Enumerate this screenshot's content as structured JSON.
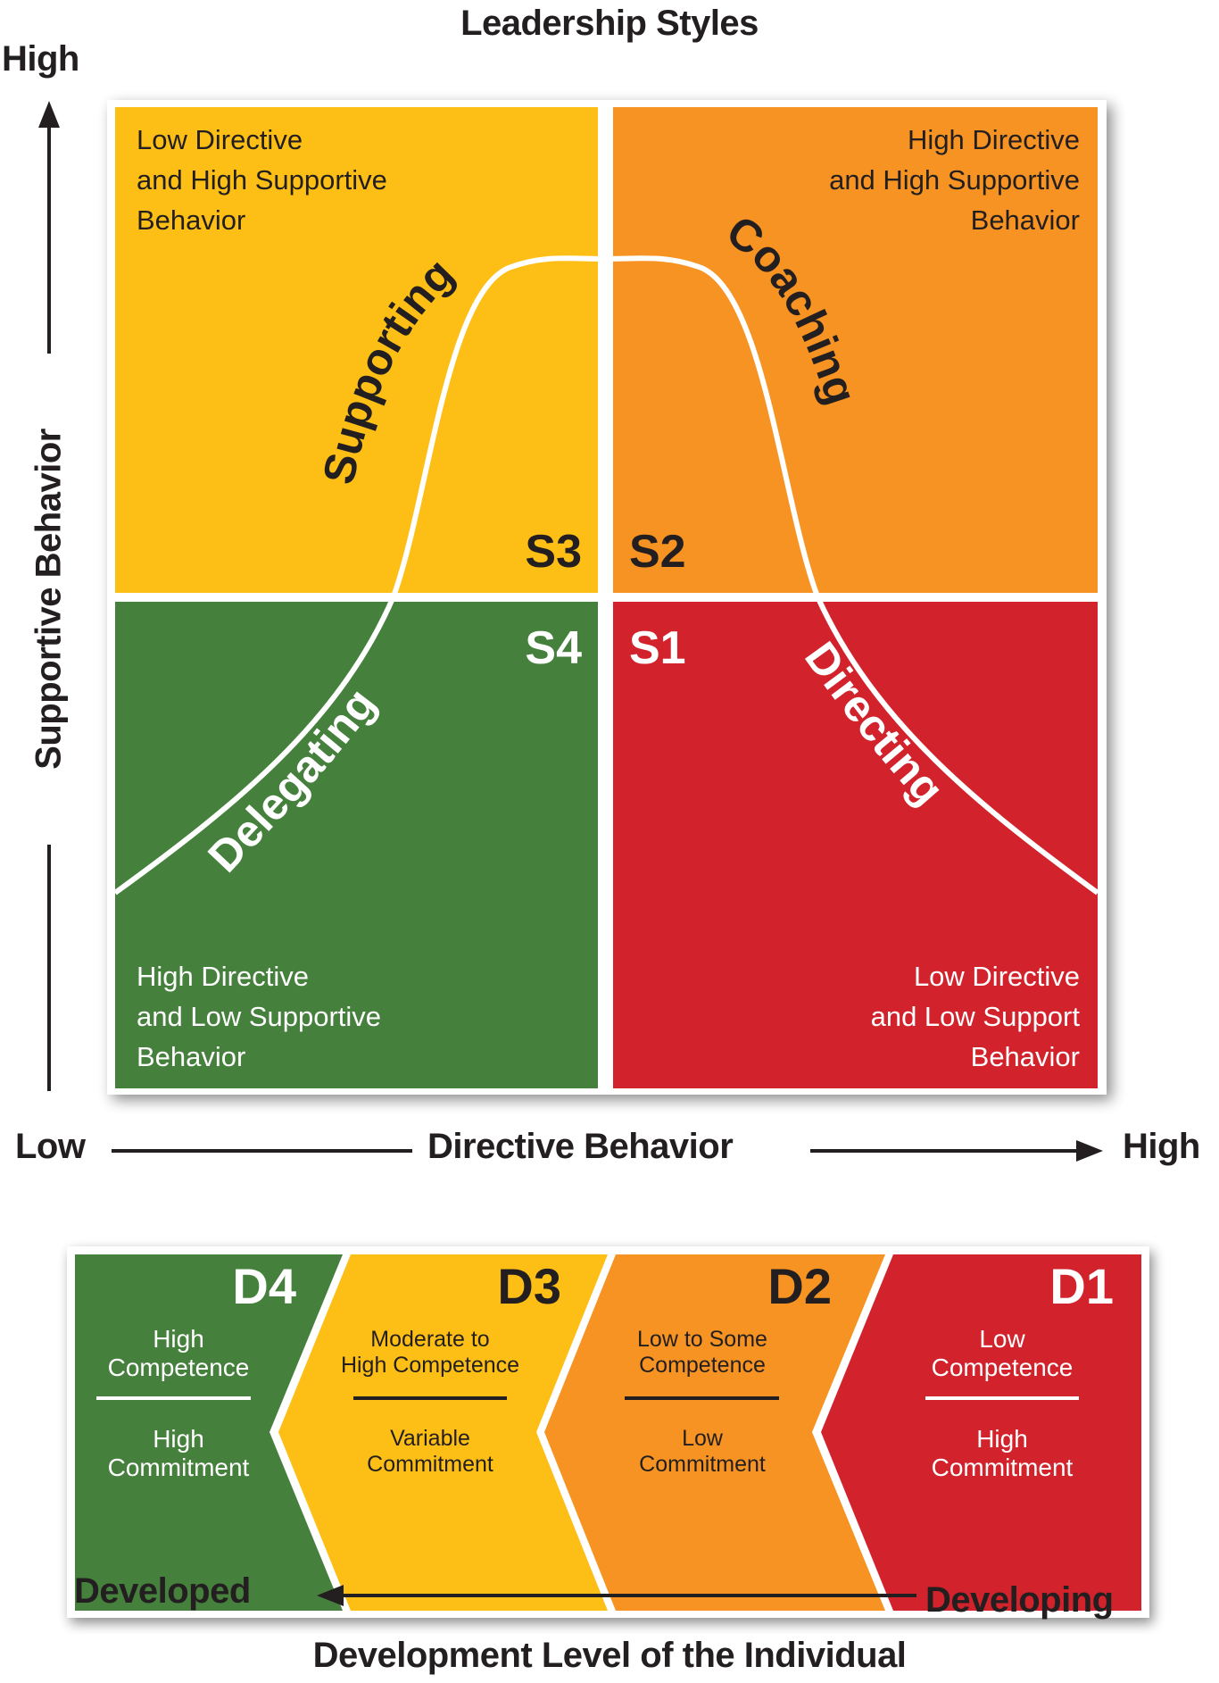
{
  "title": "Leadership Styles",
  "colors": {
    "yellow": "#FDBF15",
    "orange": "#F69322",
    "green": "#46803D",
    "red": "#D2232C",
    "text_dark": "#231F20",
    "text_light": "#FFFFFF"
  },
  "y_axis": {
    "label": "Supportive Behavior",
    "high_label": "High"
  },
  "x_axis": {
    "label": "Directive Behavior",
    "low_label": "Low",
    "high_label": "High"
  },
  "quadrants": {
    "top_left": {
      "style_code": "S3",
      "style_name": "Supporting",
      "description": [
        "Low Directive",
        "and High Supportive",
        "Behavior"
      ],
      "color": "#FDBF15"
    },
    "top_right": {
      "style_code": "S2",
      "style_name": "Coaching",
      "description": [
        "High Directive",
        "and High Supportive",
        "Behavior"
      ],
      "color": "#F69322"
    },
    "bottom_left": {
      "style_code": "S4",
      "style_name": "Delegating",
      "description": [
        "High Directive",
        "and Low Supportive",
        "Behavior"
      ],
      "color": "#46803D"
    },
    "bottom_right": {
      "style_code": "S1",
      "style_name": "Directing",
      "description": [
        "Low Directive",
        "and Low Support",
        "Behavior"
      ],
      "color": "#D2232C"
    }
  },
  "development_levels": [
    {
      "code": "D4",
      "competence": [
        "High",
        "Competence"
      ],
      "commitment": [
        "High",
        "Commitment"
      ],
      "color": "#46803D"
    },
    {
      "code": "D3",
      "competence": [
        "Moderate to",
        "High Competence"
      ],
      "commitment": [
        "Variable",
        "Commitment"
      ],
      "color": "#FDBF15"
    },
    {
      "code": "D2",
      "competence": [
        "Low to Some",
        "Competence"
      ],
      "commitment": [
        "Low",
        "Commitment"
      ],
      "color": "#F69322"
    },
    {
      "code": "D1",
      "competence": [
        "Low",
        "Competence"
      ],
      "commitment": [
        "High",
        "Commitment"
      ],
      "color": "#D2232C"
    }
  ],
  "development_axis": {
    "left_label": "Developed",
    "right_label": "Developing",
    "title": "Development Level of the Individual"
  }
}
